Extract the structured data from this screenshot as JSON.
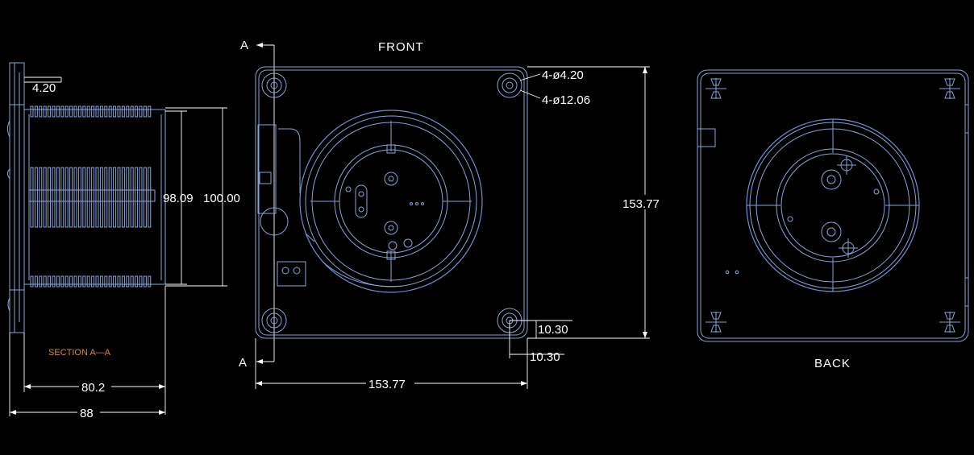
{
  "views": {
    "front_title": "FRONT",
    "back_title": "BACK",
    "section_label": "SECTION A—A",
    "section_marker_top": "A",
    "section_marker_bottom": "A"
  },
  "dimensions": {
    "flange_thickness": "4.20",
    "inner_diameter": "98.09",
    "outer_diameter": "100.00",
    "section_length": "80.2",
    "total_length": "88",
    "hole_small": "4-ø4.20",
    "hole_large": "4-ø12.06",
    "height": "153.77",
    "width": "153.77",
    "hole_offset_y": "10.30",
    "hole_offset_x": "10.30"
  },
  "colors": {
    "background": "#000000",
    "linework": "#8aa4d8",
    "dimension": "#ffffff",
    "section_label": "#d08a4a"
  }
}
